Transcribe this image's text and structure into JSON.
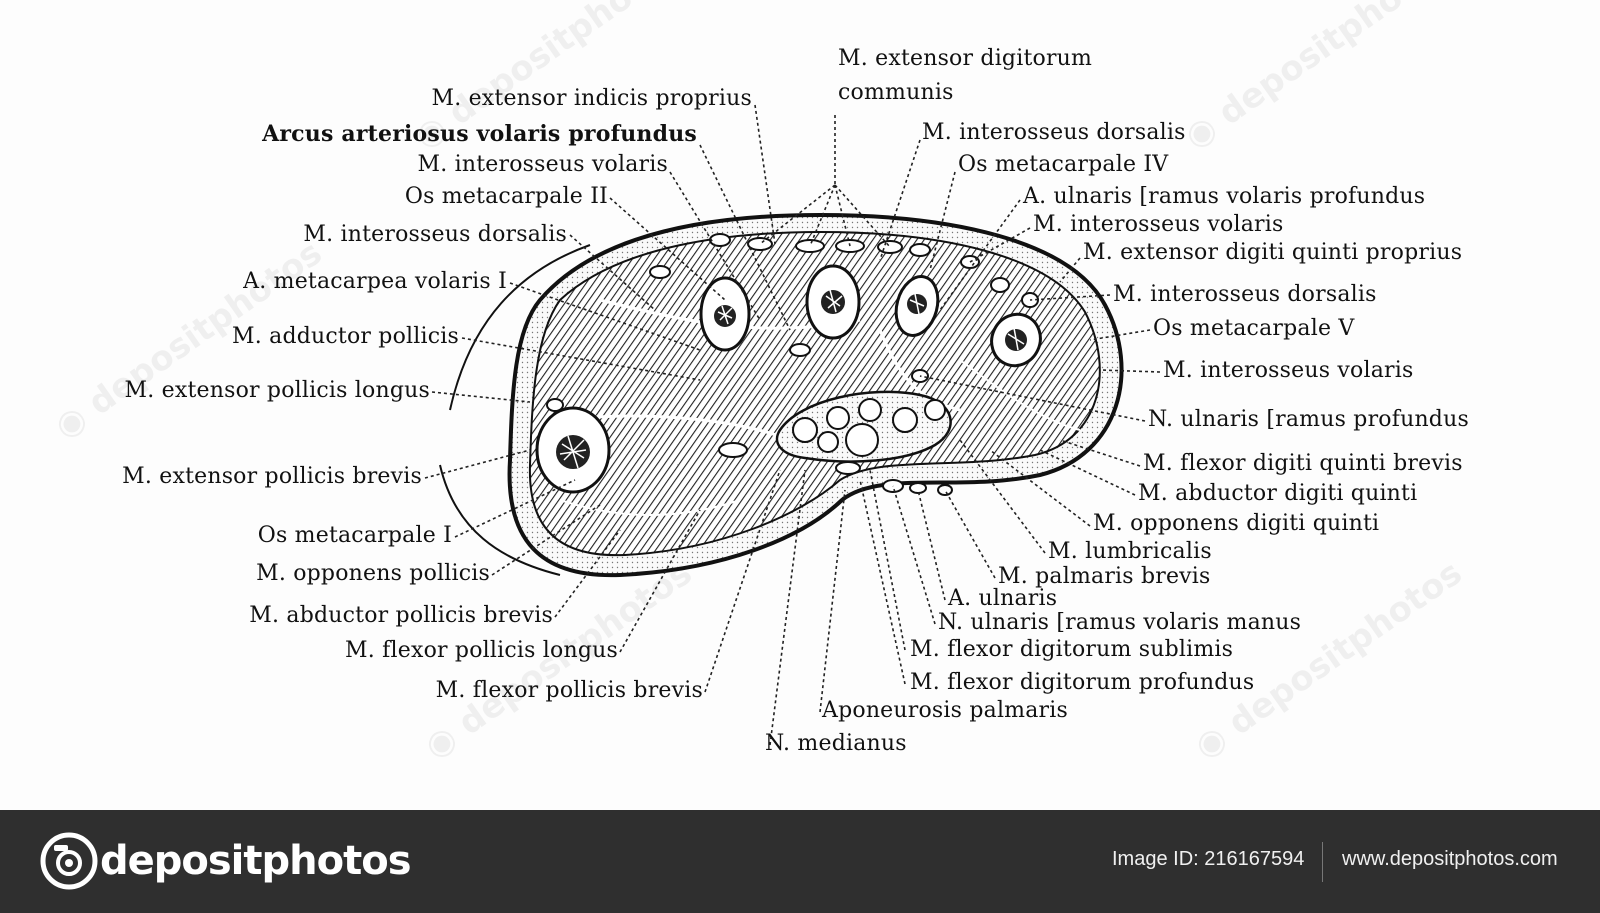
{
  "labels_left": [
    "M. extensor indicis proprius",
    "Arcus arteriosus volaris profundus",
    "M. interosseus volaris",
    "Os metacarpale II",
    "M. interosseus dorsalis",
    "A. metacarpea volaris I",
    "M. adductor pollicis",
    "M. extensor pollicis longus",
    "M. extensor pollicis brevis",
    "Os metacarpale I",
    "M. opponens pollicis",
    "M. abductor pollicis brevis",
    "M. flexor pollicis longus",
    "M. flexor pollicis brevis"
  ],
  "labels_top": {
    "extensor_digitorum_line1": "M. extensor digitorum",
    "extensor_digitorum_line2": "communis"
  },
  "labels_right": [
    "M. interosseus dorsalis",
    "Os metacarpale IV",
    "A. ulnaris [ramus volaris profundus",
    "M. interosseus volaris",
    "M. extensor digiti quinti proprius",
    "M. interosseus dorsalis",
    "Os metacarpale V",
    "M. interosseus volaris",
    "N. ulnaris [ramus profundus",
    "M. flexor digiti quinti brevis",
    "M. abductor digiti quinti",
    "M. opponens digiti quinti",
    "M. lumbricalis",
    "M. palmaris brevis",
    "A. ulnaris",
    "N. ulnaris [ramus volaris manus",
    "M. flexor digitorum sublimis",
    "M. flexor digitorum profundus",
    "Aponeurosis palmaris",
    "N. medianus"
  ],
  "footer": {
    "brand": "depositphotos",
    "logo_icon": "camera-aperture-icon",
    "image_id": "Image ID: 216167594",
    "url": "www.depositphotos.com"
  },
  "colors": {
    "footer_bg": "#2f2f2f",
    "ink": "#111111",
    "paper": "#fdfdfd"
  }
}
